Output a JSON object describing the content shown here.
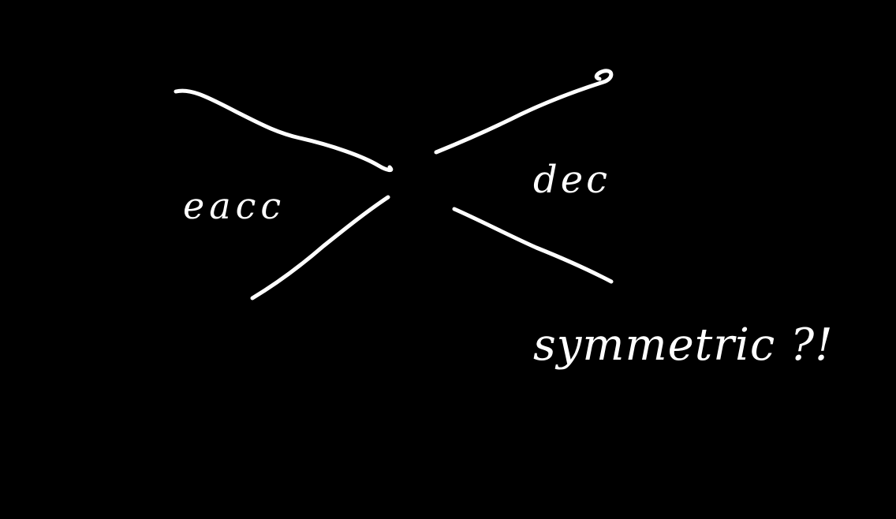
{
  "canvas": {
    "background": "#000000",
    "ink": "#ffffff"
  },
  "labels": {
    "enc": "eacc",
    "dec": "dec",
    "question": "symmetric ?!"
  }
}
